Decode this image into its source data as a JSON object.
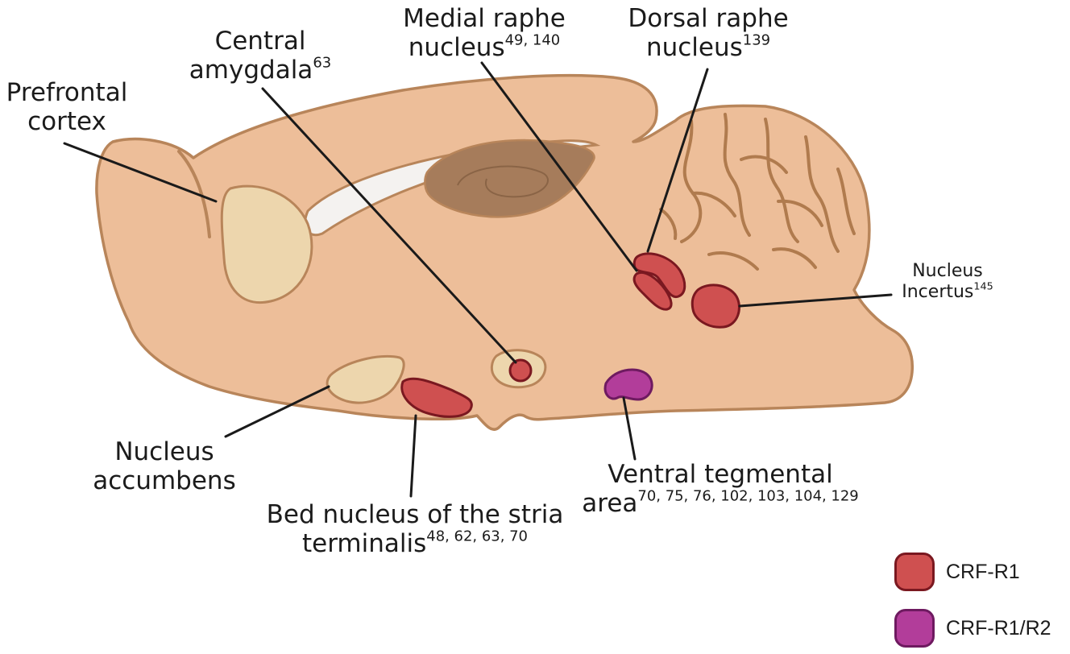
{
  "colors": {
    "brain_fill": "#EDBE99",
    "brain_outline": "#B8855A",
    "cerebellum_line": "#B07B4E",
    "ventricle": "#F4F2F0",
    "thalamus": "#A67C5B",
    "region_pale": "#EDD6AD",
    "crf_r1": "#CF5050",
    "crf_r1_outline": "#7A1820",
    "crf_r1_r2": "#B23D9A",
    "crf_r1_r2_outline": "#6E1A60",
    "leader_line": "#1a1a1a"
  },
  "regions": {
    "prefrontal_cortex": {
      "line1": "Prefrontal",
      "line2": "cortex",
      "ref": ""
    },
    "central_amygdala": {
      "line1": "Central",
      "line2": "amygdala",
      "ref": "63"
    },
    "medial_raphe": {
      "line1": "Medial raphe",
      "line2": "nucleus",
      "ref": "49, 140"
    },
    "dorsal_raphe": {
      "line1": "Dorsal raphe",
      "line2": "nucleus",
      "ref": "139"
    },
    "nucleus_incertus": {
      "line1": "Nucleus",
      "line2": "Incertus",
      "ref": "145"
    },
    "nucleus_accumbens": {
      "line1": "Nucleus",
      "line2": "accumbens",
      "ref": ""
    },
    "bnst": {
      "line1": "Bed nucleus of the stria",
      "line2": "terminalis",
      "ref": "48, 62, 63, 70"
    },
    "vta": {
      "line1": "Ventral tegmental",
      "line2": "area",
      "ref": "70, 75, 76, 102, 103, 104, 129"
    }
  },
  "legend": [
    {
      "label": "CRF-R1",
      "color": "#CF5050",
      "outline": "#7A1820"
    },
    {
      "label": "CRF-R1/R2",
      "color": "#B23D9A",
      "outline": "#6E1A60"
    }
  ]
}
